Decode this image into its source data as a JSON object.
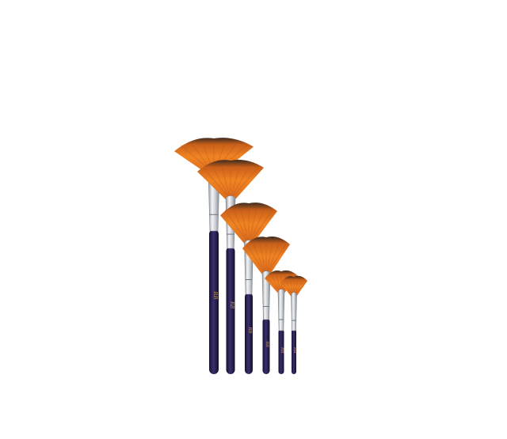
{
  "image": {
    "subject": "fan-paint-brushes",
    "background_color": "#ffffff",
    "handle_color": "#2a1f52",
    "ferrule_color": "#c9ccd3",
    "bristle_color": "#e0701c",
    "bristle_tip_color": "#3a2a20",
    "handle_brand_mark": "RB"
  },
  "brushes": [
    {
      "name": "brush-1"
    },
    {
      "name": "brush-2"
    },
    {
      "name": "brush-3"
    },
    {
      "name": "brush-4"
    },
    {
      "name": "brush-5"
    },
    {
      "name": "brush-6"
    }
  ]
}
